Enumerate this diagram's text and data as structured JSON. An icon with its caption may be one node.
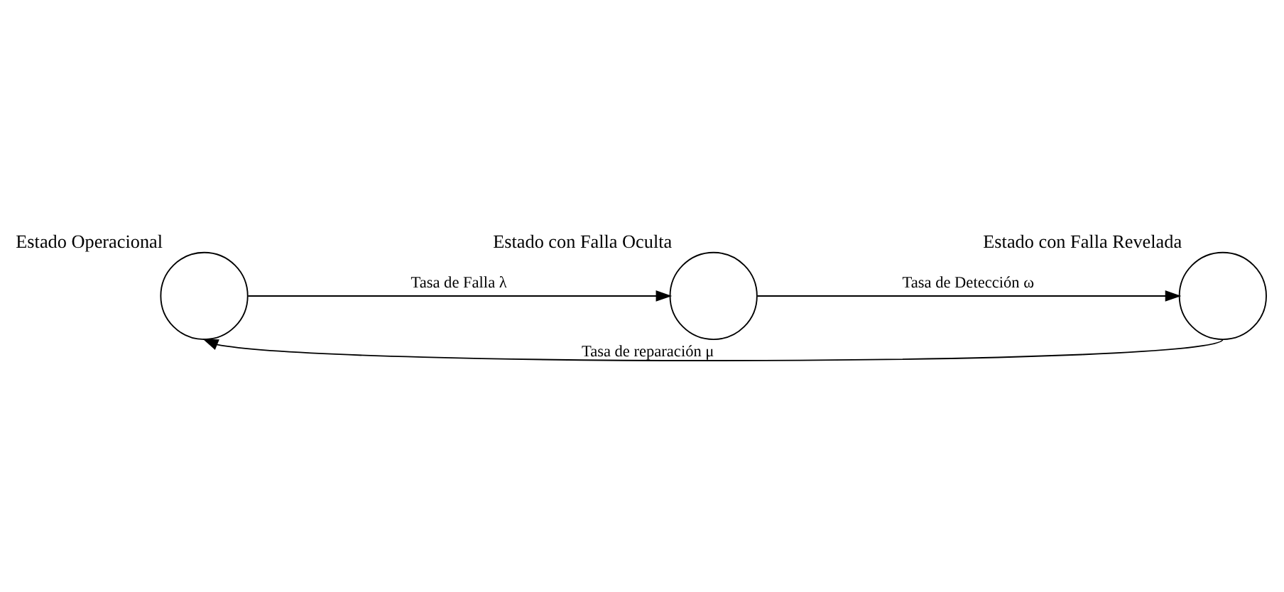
{
  "diagram": {
    "nodes": [
      {
        "text": [],
        "shape": "circle",
        "beside": [
          "Estado Operacional"
        ]
      },
      {
        "text": [],
        "shape": "circle",
        "beside": [
          "Estado con Falla Oculta"
        ]
      },
      {
        "text": [],
        "shape": "circle",
        "beside": [
          "Estado con Falla Revelada"
        ]
      }
    ],
    "edges": [
      {
        "from": 0,
        "to": 1,
        "arrow": "to",
        "label": "Tasa de Falla λ"
      },
      {
        "from": 1,
        "to": 2,
        "arrow": "to",
        "label": "Tasa de Detección ω"
      },
      {
        "from": 2,
        "to": 0,
        "arrow": "to",
        "label": "Tasa de reparación μ"
      }
    ]
  }
}
